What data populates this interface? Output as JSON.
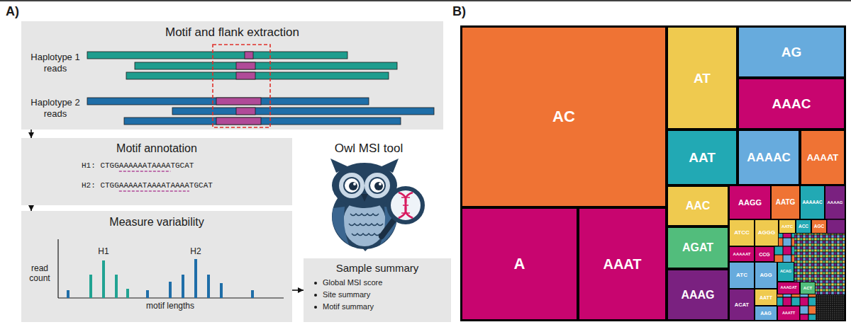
{
  "diagram": {
    "nodes": [
      {
        "text": [
          "Motif and flank extraction",
          "Haplotype 1 reads",
          "Haplotype 2 reads"
        ]
      },
      {
        "text": [
          "Motif annotation",
          "H1: CTGGAAAAAATAAAATGCAT",
          "H2: CTGGAAAAATAAAATAAAATGCAT"
        ]
      },
      {
        "text": [
          "Measure variability",
          "read count",
          "motif lengths",
          "H1",
          "H2"
        ]
      },
      {
        "text": [
          "Sample summary",
          "Global MSI score",
          "Site summary",
          "Motif summary"
        ]
      },
      {
        "text": [
          "AC"
        ]
      },
      {
        "text": [
          "AT"
        ]
      },
      {
        "text": [
          "AG"
        ]
      },
      {
        "text": [
          "AAAC"
        ]
      },
      {
        "text": [
          "AAT"
        ]
      },
      {
        "text": [
          "AAAAC"
        ]
      },
      {
        "text": [
          "AAAAT"
        ]
      },
      {
        "text": [
          "A"
        ]
      },
      {
        "text": [
          "AAAT"
        ]
      },
      {
        "text": [
          "AAC"
        ]
      },
      {
        "text": [
          "AGAT"
        ]
      },
      {
        "text": [
          "AAAG"
        ]
      },
      {
        "text": [
          "AAGG"
        ]
      },
      {
        "text": [
          "AATG"
        ]
      },
      {
        "text": [
          "AAAAAC"
        ]
      },
      {
        "text": [
          "AAAAG"
        ]
      },
      {
        "text": [
          "ATCC"
        ]
      },
      {
        "text": [
          "AGGG"
        ]
      },
      {
        "text": [
          "AATC"
        ]
      },
      {
        "text": [
          "ACC"
        ]
      },
      {
        "text": [
          "AGC"
        ]
      },
      {
        "text": [
          "AAAAAT"
        ]
      },
      {
        "text": [
          "CCG"
        ]
      },
      {
        "text": [
          "ATC"
        ]
      },
      {
        "text": [
          "AGG"
        ]
      },
      {
        "text": [
          "ACAG"
        ]
      },
      {
        "text": [
          "AATT"
        ]
      },
      {
        "text": [
          "ACAT"
        ]
      },
      {
        "text": [
          "AAG"
        ]
      },
      {
        "text": [
          "AAAGAT"
        ]
      },
      {
        "text": [
          "ACT"
        ]
      },
      {
        "text": [
          "AAATT"
        ]
      }
    ],
    "edges": [
      {
        "from": 0,
        "to": 1,
        "arrow": "to"
      },
      {
        "from": 1,
        "to": 2,
        "arrow": "to"
      },
      {
        "from": 2,
        "to": 3,
        "arrow": "to"
      }
    ],
    "labels": [
      "A)",
      "B)",
      "Owl MSI tool"
    ]
  }
}
